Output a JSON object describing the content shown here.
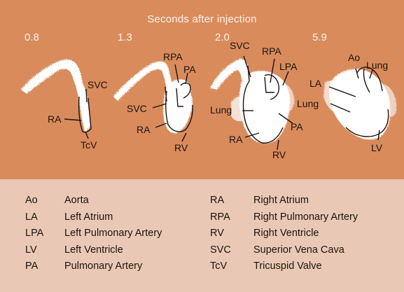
{
  "title": "Seconds after injection",
  "frames": [
    {
      "time": "0.8",
      "labels": {
        "svc": "SVC",
        "ra": "RA",
        "tcv": "TcV"
      }
    },
    {
      "time": "1.3",
      "labels": {
        "rpa": "RPA",
        "pa": "PA",
        "svc": "SVC",
        "ra": "RA",
        "rv": "RV"
      }
    },
    {
      "time": "2.0",
      "labels": {
        "svc": "SVC",
        "rpa": "RPA",
        "lpa": "LPA",
        "lung": "Lung",
        "pa": "PA",
        "ra": "RA",
        "rv": "RV"
      }
    },
    {
      "time": "5.9",
      "labels": {
        "ao": "Ao",
        "lung1": "Lung",
        "la": "LA",
        "lung2": "Lung",
        "lv": "LV"
      }
    }
  ],
  "legend": [
    {
      "abbr": "Ao",
      "term": "Aorta"
    },
    {
      "abbr": "LA",
      "term": "Left Atrium"
    },
    {
      "abbr": "LPA",
      "term": "Left Pulmonary Artery"
    },
    {
      "abbr": "LV",
      "term": "Left Ventricle"
    },
    {
      "abbr": "PA",
      "term": "Pulmonary Artery"
    },
    {
      "abbr": "RA",
      "term": "Right Atrium"
    },
    {
      "abbr": "RPA",
      "term": "Right Pulmonary Artery"
    },
    {
      "abbr": "RV",
      "term": "Right Ventricle"
    },
    {
      "abbr": "SVC",
      "term": "Superior Vena Cava"
    },
    {
      "abbr": "TcV",
      "term": "Tricuspid Valve"
    }
  ],
  "colors": {
    "top_background": "#d98b5c",
    "bottom_background": "#e9c9b5",
    "contrast": "#ffffff",
    "ink": "#1c1410"
  }
}
